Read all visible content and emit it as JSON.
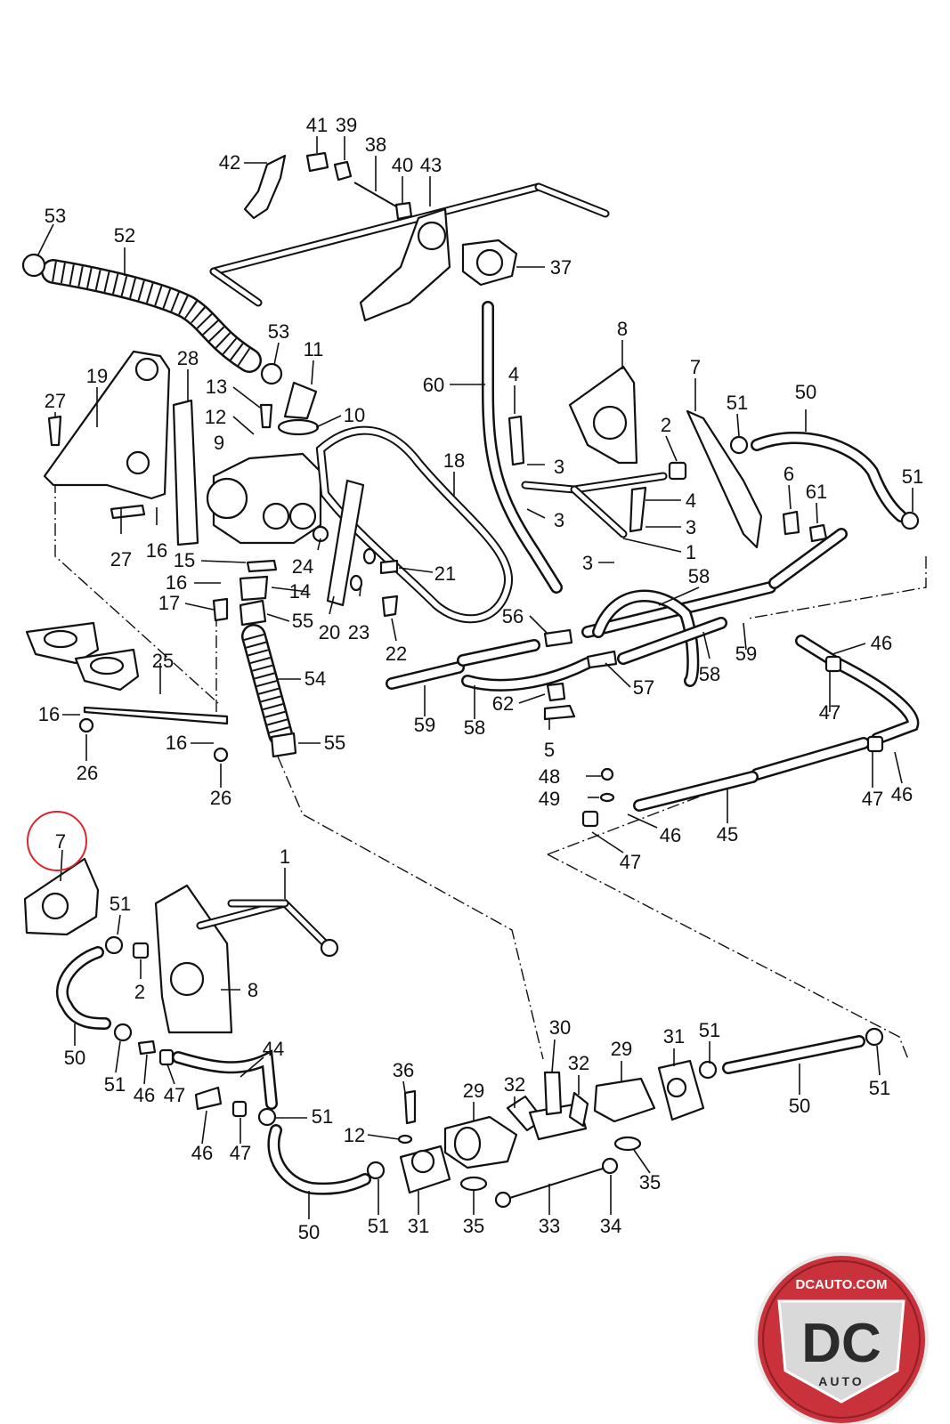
{
  "diagram": {
    "highlighted_part": "7",
    "labels": [
      {
        "id": "l41",
        "text": "41"
      },
      {
        "id": "l39",
        "text": "39"
      },
      {
        "id": "l42",
        "text": "42"
      },
      {
        "id": "l38",
        "text": "38"
      },
      {
        "id": "l40",
        "text": "40"
      },
      {
        "id": "l43",
        "text": "43"
      },
      {
        "id": "l53a",
        "text": "53"
      },
      {
        "id": "l52",
        "text": "52"
      },
      {
        "id": "l37",
        "text": "37"
      },
      {
        "id": "l53b",
        "text": "53"
      },
      {
        "id": "l11",
        "text": "11"
      },
      {
        "id": "l60",
        "text": "60"
      },
      {
        "id": "l4a",
        "text": "4"
      },
      {
        "id": "l8a",
        "text": "8"
      },
      {
        "id": "l7a",
        "text": "7"
      },
      {
        "id": "l27a",
        "text": "27"
      },
      {
        "id": "l19",
        "text": "19"
      },
      {
        "id": "l28",
        "text": "28"
      },
      {
        "id": "l13",
        "text": "13"
      },
      {
        "id": "l12a",
        "text": "12"
      },
      {
        "id": "l10",
        "text": "10"
      },
      {
        "id": "l9",
        "text": "9"
      },
      {
        "id": "l18",
        "text": "18"
      },
      {
        "id": "l3a",
        "text": "3"
      },
      {
        "id": "l2a",
        "text": "2"
      },
      {
        "id": "l51a",
        "text": "51"
      },
      {
        "id": "l50a",
        "text": "50"
      },
      {
        "id": "l51b",
        "text": "51"
      },
      {
        "id": "l3b",
        "text": "3"
      },
      {
        "id": "l6",
        "text": "6"
      },
      {
        "id": "l61",
        "text": "61"
      },
      {
        "id": "l4b",
        "text": "4"
      },
      {
        "id": "l3c",
        "text": "3"
      },
      {
        "id": "l27b",
        "text": "27"
      },
      {
        "id": "l16a",
        "text": "16"
      },
      {
        "id": "l1a",
        "text": "1"
      },
      {
        "id": "l3d",
        "text": "3"
      },
      {
        "id": "l15",
        "text": "15"
      },
      {
        "id": "l24",
        "text": "24"
      },
      {
        "id": "l21",
        "text": "21"
      },
      {
        "id": "l16b",
        "text": "16"
      },
      {
        "id": "l14",
        "text": "14"
      },
      {
        "id": "l58a",
        "text": "58"
      },
      {
        "id": "l17",
        "text": "17"
      },
      {
        "id": "l55a",
        "text": "55"
      },
      {
        "id": "l20",
        "text": "20"
      },
      {
        "id": "l23",
        "text": "23"
      },
      {
        "id": "l56",
        "text": "56"
      },
      {
        "id": "l46a",
        "text": "46"
      },
      {
        "id": "l22",
        "text": "22"
      },
      {
        "id": "l59a",
        "text": "59"
      },
      {
        "id": "l25",
        "text": "25"
      },
      {
        "id": "l54",
        "text": "54"
      },
      {
        "id": "l57",
        "text": "57"
      },
      {
        "id": "l58b",
        "text": "58"
      },
      {
        "id": "l62",
        "text": "62"
      },
      {
        "id": "l47a",
        "text": "47"
      },
      {
        "id": "l16c",
        "text": "16"
      },
      {
        "id": "l59b",
        "text": "59"
      },
      {
        "id": "l58c",
        "text": "58"
      },
      {
        "id": "l16d",
        "text": "16"
      },
      {
        "id": "l55b",
        "text": "55"
      },
      {
        "id": "l5",
        "text": "5"
      },
      {
        "id": "l26a",
        "text": "26"
      },
      {
        "id": "l48",
        "text": "48"
      },
      {
        "id": "l47b",
        "text": "47"
      },
      {
        "id": "l46b",
        "text": "46"
      },
      {
        "id": "l26b",
        "text": "26"
      },
      {
        "id": "l49",
        "text": "49"
      },
      {
        "id": "l46c",
        "text": "46"
      },
      {
        "id": "l45",
        "text": "45"
      },
      {
        "id": "l47c",
        "text": "47"
      },
      {
        "id": "l7b",
        "text": "7"
      },
      {
        "id": "l1b",
        "text": "1"
      },
      {
        "id": "l51c",
        "text": "51"
      },
      {
        "id": "l2b",
        "text": "2"
      },
      {
        "id": "l8b",
        "text": "8"
      },
      {
        "id": "l50b",
        "text": "50"
      },
      {
        "id": "l51d",
        "text": "51"
      },
      {
        "id": "l46d",
        "text": "46"
      },
      {
        "id": "l47d",
        "text": "47"
      },
      {
        "id": "l44",
        "text": "44"
      },
      {
        "id": "l30",
        "text": "30"
      },
      {
        "id": "l31a",
        "text": "31"
      },
      {
        "id": "l51e",
        "text": "51"
      },
      {
        "id": "l29a",
        "text": "29"
      },
      {
        "id": "l36",
        "text": "36"
      },
      {
        "id": "l32a",
        "text": "32"
      },
      {
        "id": "l29b",
        "text": "29"
      },
      {
        "id": "l32b",
        "text": "32"
      },
      {
        "id": "l51f",
        "text": "51"
      },
      {
        "id": "l50c",
        "text": "50"
      },
      {
        "id": "l51g",
        "text": "51"
      },
      {
        "id": "l46e",
        "text": "46"
      },
      {
        "id": "l47e",
        "text": "47"
      },
      {
        "id": "l51h",
        "text": "51"
      },
      {
        "id": "l12b",
        "text": "12"
      },
      {
        "id": "l35a",
        "text": "35"
      },
      {
        "id": "l50d",
        "text": "50"
      },
      {
        "id": "l51i",
        "text": "51"
      },
      {
        "id": "l31b",
        "text": "31"
      },
      {
        "id": "l35b",
        "text": "35"
      },
      {
        "id": "l33",
        "text": "33"
      },
      {
        "id": "l34",
        "text": "34"
      }
    ]
  },
  "logo": {
    "domain_text": "DCAUTO.COM",
    "letters": "DC",
    "sub_text": "AUTO",
    "colors": {
      "badge": "#c9323a",
      "dark": "#2b2b2b",
      "light": "#d9d9d9"
    }
  }
}
